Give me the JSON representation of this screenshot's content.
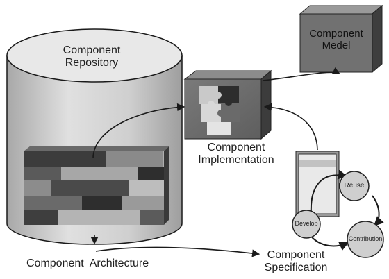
{
  "diagram": {
    "repository": {
      "line1": "Component",
      "line2": "Repository"
    },
    "model": {
      "line1": "Component",
      "line2": "Medel"
    },
    "implementation": {
      "line1": "Component",
      "line2": "Implementation"
    },
    "architecture": {
      "label": "Component  Architecture"
    },
    "specification": {
      "line1": "Component",
      "line2": "Specification"
    },
    "cycle": {
      "reuse": "Reuse",
      "develop": "Develop",
      "contribution": "Contribution"
    }
  },
  "colors": {
    "cylinder_body": "#c9c9c9",
    "cylinder_top": "#e6e6e6",
    "model_box": "#6e6e6e",
    "puzzle_box": "#5a5a5a",
    "cycle_node": "#c8c8c8",
    "line": "#1a1a1a"
  },
  "icons": {
    "model": "3d-box-icon",
    "implementation": "puzzle-cube-icon",
    "architecture": "stacked-layers-icon",
    "specification": "document-icon"
  }
}
